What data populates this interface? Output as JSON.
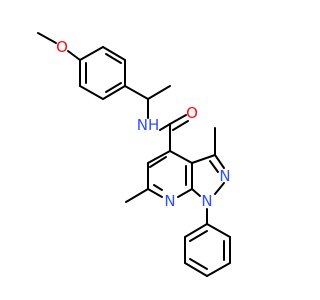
{
  "molecule": {
    "atom_labels": {
      "methoxy_o": "O",
      "amide_nh": "NH",
      "amide_o": "O",
      "pyrazole_n2": "N",
      "pyrazole_n1": "N",
      "pyridine_n": "N"
    },
    "colors": {
      "bond": "#000000",
      "oxygen": "#ff0d0d",
      "nitrogen": "#3050f8",
      "background": "#ffffff"
    }
  }
}
